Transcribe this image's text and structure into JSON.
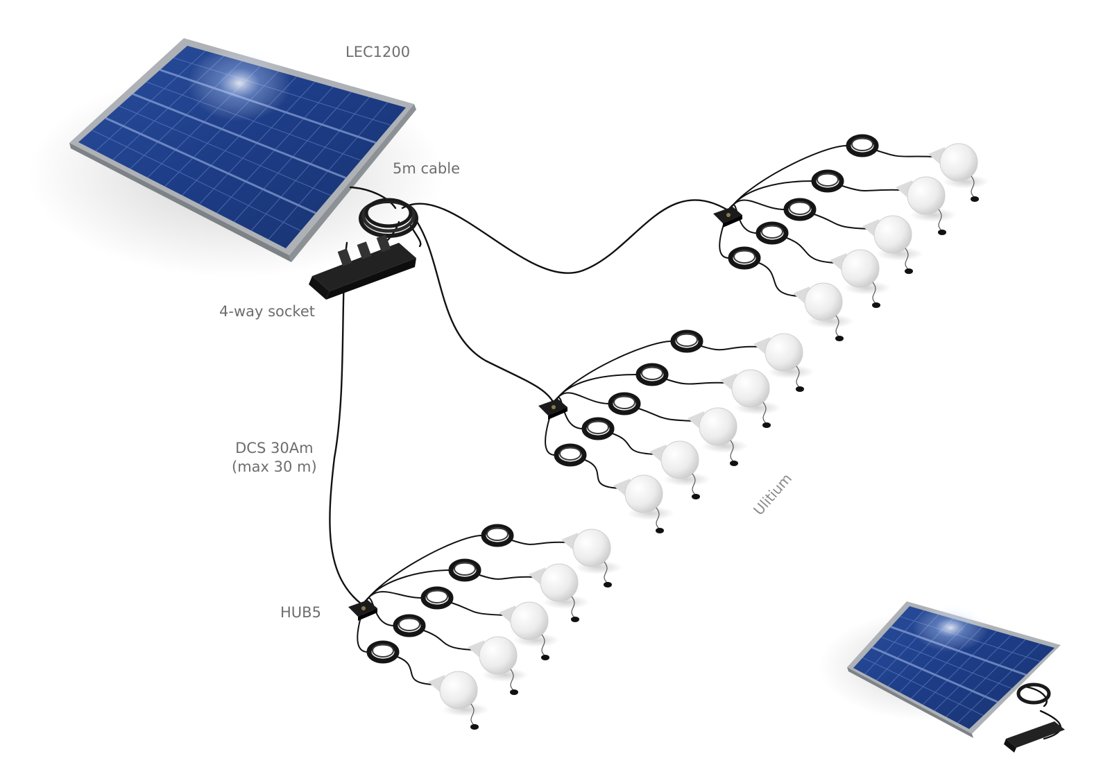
{
  "labels": {
    "panel": "LEC1200",
    "cable": "5m cable",
    "socket": "4-way socket",
    "dcs_line1": "DCS 30Am",
    "dcs_line2": "(max 30 m)",
    "hub": "HUB5",
    "lamp": "Ulitium"
  },
  "colors": {
    "label_text": "#6d6d6d",
    "panel_cell": "#1f3f86",
    "panel_frame": "#a9aeb3",
    "cable": "#111111",
    "bulb": "#eeeeee"
  },
  "components": {
    "hubs": 3,
    "lamps_per_hub": 5,
    "panels": 2
  }
}
